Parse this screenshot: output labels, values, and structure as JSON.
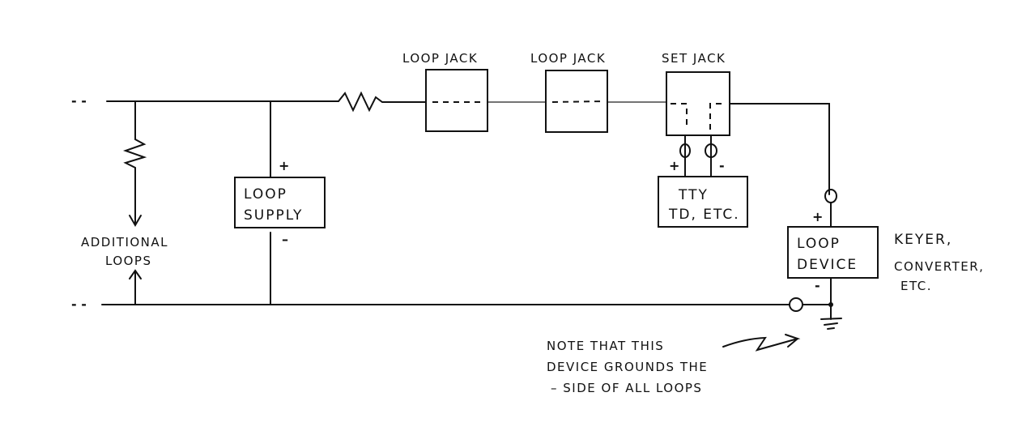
{
  "diagram": {
    "labels": {
      "loop_jack_1": "LOOP JACK",
      "loop_jack_2": "LOOP JACK",
      "set_jack": "SET JACK",
      "loop_supply_line1": "LOOP",
      "loop_supply_line2": "SUPPLY",
      "tty_line1": "TTY",
      "tty_line2": "TD, ETC.",
      "loop_device_line1": "LOOP",
      "loop_device_line2": "DEVICE",
      "device_examples_line1": "KEYER,",
      "device_examples_line2": "CONVERTER,",
      "device_examples_line3": "ETC.",
      "additional_loops_line1": "ADDITIONAL",
      "additional_loops_line2": "LOOPS",
      "note_line1": "NOTE THAT THIS",
      "note_line2": "DEVICE GROUNDS THE",
      "note_line3": "– SIDE OF ALL LOOPS"
    },
    "polarity": {
      "supply_plus": "+",
      "supply_minus": "–",
      "tty_plus": "+",
      "tty_minus": "-",
      "device_plus": "+",
      "device_minus": "-"
    },
    "continuation_marks": {
      "top": "- -",
      "bottom": "- -"
    }
  }
}
